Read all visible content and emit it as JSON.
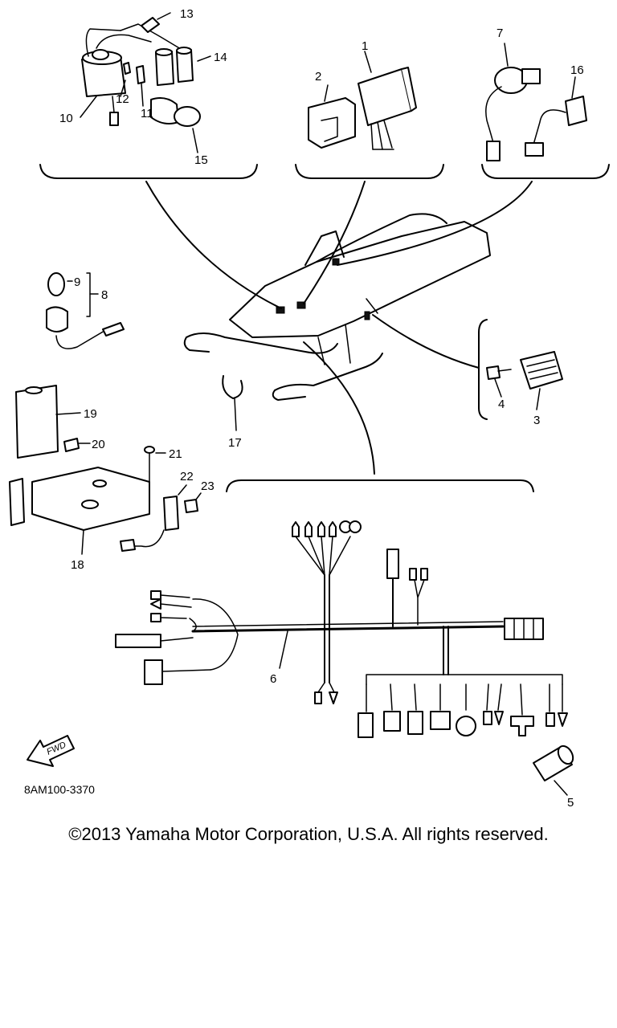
{
  "diagram": {
    "part_code": "8AM100-3370",
    "fwd_label": "FWD",
    "copyright": "©2013 Yamaha Motor Corporation, U.S.A. All rights reserved.",
    "callouts": {
      "c1": "1",
      "c2": "2",
      "c3": "3",
      "c4": "4",
      "c5": "5",
      "c6": "6",
      "c7": "7",
      "c8": "8",
      "c9": "9",
      "c10": "10",
      "c11": "11",
      "c12": "12",
      "c13": "13",
      "c14": "14",
      "c15": "15",
      "c16": "16",
      "c17": "17",
      "c18": "18",
      "c19": "19",
      "c20": "20",
      "c21": "21",
      "c22": "22",
      "c23": "23"
    }
  }
}
